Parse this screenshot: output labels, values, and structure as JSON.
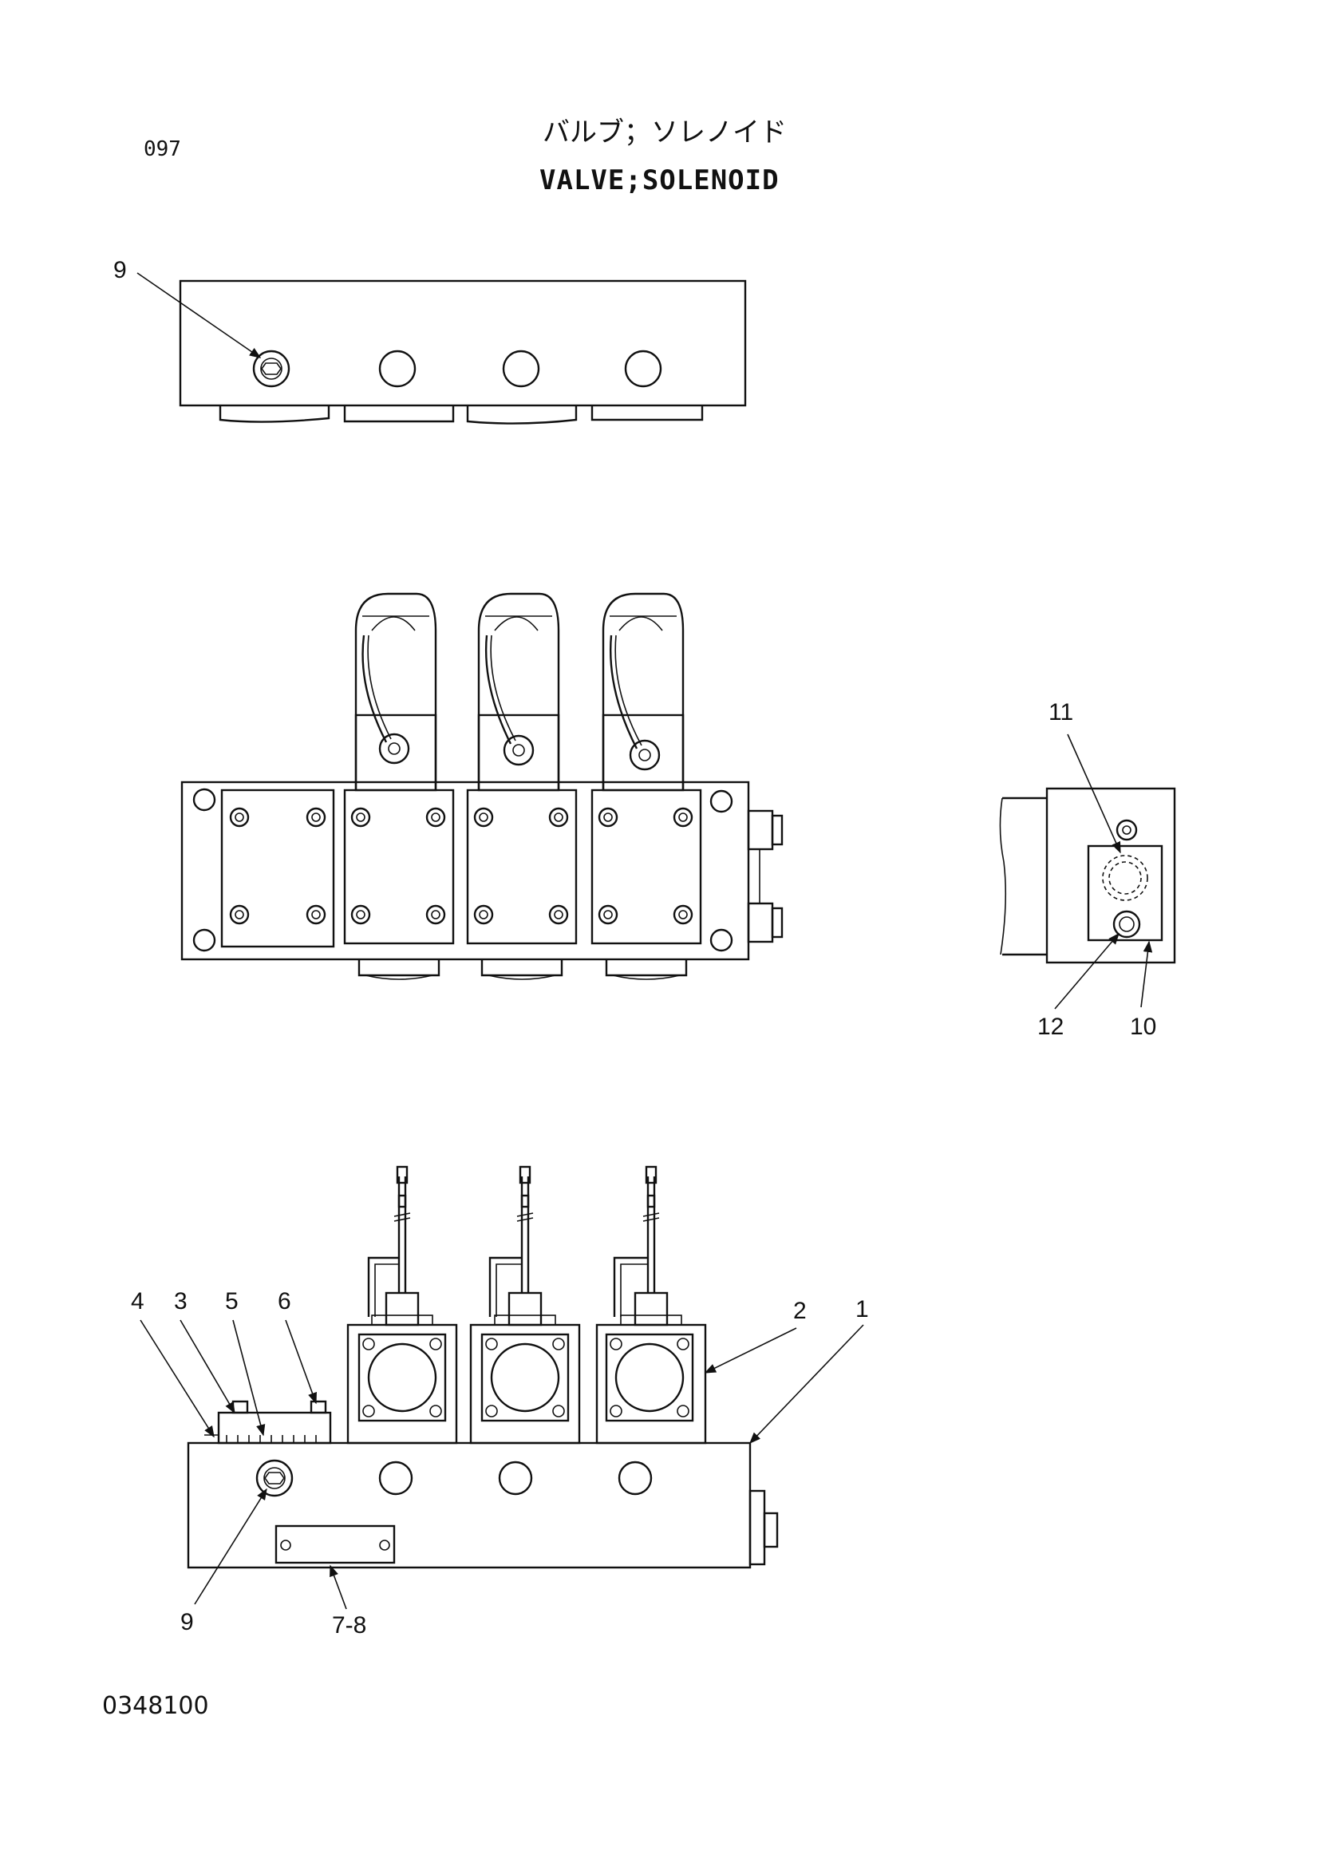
{
  "header": {
    "page_number": "097",
    "title_jp": "バルブ；ソレノイド",
    "title_en": "VALVE;SOLENOID"
  },
  "footer": {
    "drawing_number": "0348100"
  },
  "callouts": {
    "top_view_9": "9",
    "side_11": "11",
    "side_12": "12",
    "side_10": "10",
    "front_4": "4",
    "front_3": "3",
    "front_5": "5",
    "front_6": "6",
    "front_2": "2",
    "front_1": "1",
    "front_9": "9",
    "front_7_8": "7-8"
  }
}
